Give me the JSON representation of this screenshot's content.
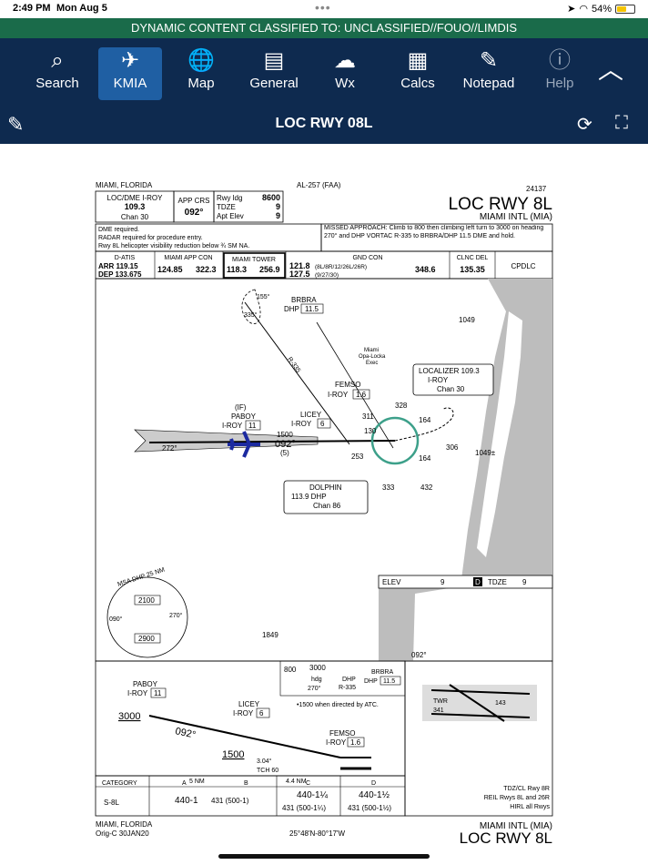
{
  "status": {
    "time": "2:49 PM",
    "date": "Mon Aug 5",
    "battery": "54%",
    "battery_level": 0.54
  },
  "classification": "DYNAMIC CONTENT CLASSIFIED TO: UNCLASSIFIED//FOUO//LIMDIS",
  "toolbar": [
    {
      "label": "Search",
      "icon": "search-icon"
    },
    {
      "label": "KMIA",
      "icon": "airplane-icon",
      "active": true
    },
    {
      "label": "Map",
      "icon": "globe-icon"
    },
    {
      "label": "General",
      "icon": "book-icon"
    },
    {
      "label": "Wx",
      "icon": "storm-cloud-icon"
    },
    {
      "label": "Calcs",
      "icon": "calculator-icon"
    },
    {
      "label": "Notepad",
      "icon": "notepad-icon"
    },
    {
      "label": "Help",
      "icon": "info-icon",
      "dim": true
    }
  ],
  "subbar": {
    "title": "LOC RWY 08L"
  },
  "plate": {
    "header": {
      "city": "MIAMI, FLORIDA",
      "al": "AL-257 (FAA)",
      "num": "24137",
      "title": "LOC RWY 8L",
      "airport": "MIAMI INTL (MIA)"
    },
    "loc": {
      "name": "LOC/DME I-ROY",
      "freq": "109.3",
      "chan": "Chan 30"
    },
    "app_crs": {
      "label": "APP CRS",
      "value": "092°"
    },
    "rwy": {
      "ldg": "Rwy ldg",
      "ldg_v": "8600",
      "tdze": "TDZE",
      "tdze_v": "9",
      "apt": "Apt Elev",
      "apt_v": "9"
    },
    "notes": [
      "DME required.",
      "RADAR required for procedure entry.",
      "Rwy 8L helicopter visibility reduction below ¾ SM NA."
    ],
    "missed": "MISSED APPROACH: Climb to 800 then climbing left turn to 3000 on heading 270° and DHP VORTAC R-335 to BRBRA/DHP 11.5 DME and hold.",
    "comms": {
      "datis": "D-ATIS",
      "arr": "ARR 119.15",
      "dep": "DEP 133.675",
      "app": "MIAMI APP CON",
      "app1": "124.85",
      "app2": "322.3",
      "twr": "MIAMI TOWER",
      "twr1": "118.3",
      "twr2": "256.9",
      "gnd": "GND CON",
      "gnd1": "121.8",
      "gnd1n": "(8L/8R/12/26L/26R)",
      "gnd2": "127.5",
      "gnd2n": "(9/27/30)",
      "gnd3": "348.6",
      "clnc": "CLNC DEL",
      "clnc_v": "135.35",
      "cpdlc": "CPDLC"
    },
    "plan": {
      "brbra": "BRBRA",
      "dhp115": "DHP",
      "dhp115b": "11.5",
      "r335": "R-335",
      "c155": "155°",
      "c335": "335°",
      "a1049": "1049",
      "opa": "Miami",
      "opa2": "Opa-Locka",
      "opa3": "Exec",
      "locz": "LOCALIZER 109.3",
      "locz2": "I-ROY",
      "locz3": "Chan 30",
      "femso": "FEMSO",
      "femso2": "I-ROY",
      "femso3": "1.6",
      "a328": "328",
      "a164a": "164",
      "a311": "311",
      "a130": "130",
      "if": "(IF)",
      "paboy": "PABOY",
      "paboy2": "I-ROY",
      "paboy3": "11",
      "licey": "LICEY",
      "licey2": "I-ROY",
      "licey3": "6",
      "d1500": "1500",
      "d092": "092°",
      "d5": "(5)",
      "d272": "272°",
      "a253": "253",
      "a164b": "164",
      "a306": "306",
      "a1049b": "1049±",
      "dolphin": "DOLPHIN",
      "dolphin2": "113.9 DHP",
      "dolphin3": "Chan 86",
      "a333": "333",
      "a432": "432",
      "msa": "MSA DHP 25 NM",
      "msa1": "2100",
      "msa2": "090°",
      "msa3": "270°",
      "msa4": "2900",
      "a1849": "1849"
    },
    "elev": {
      "elev": "ELEV",
      "elev_v": "9",
      "d": "D",
      "tdze": "TDZE",
      "tdze_v": "9"
    },
    "profile": {
      "paboy": "PABOY",
      "paboy2": "I-ROY",
      "paboy3": "11",
      "alt3000": "3000",
      "c092": "092°",
      "licey": "LICEY",
      "licey2": "I-ROY",
      "licey3": "6",
      "alt1500": "1500",
      "femso": "FEMSO",
      "femso2": "I-ROY",
      "femso3": "1.6",
      "gs": "3.04°",
      "tch": "TCH 60",
      "nm5": "5 NM",
      "nm44": "4.4 NM",
      "m800": "800",
      "m3000": "3000",
      "mhdg": "hdg",
      "m270": "270°",
      "mdhp": "DHP",
      "mr335": "R-335",
      "mbrbra": "BRBRA",
      "mdhp2": "DHP",
      "m115": "11.5",
      "note": "•1500 when directed by ATC."
    },
    "mins": {
      "cat": "CATEGORY",
      "a": "A",
      "b": "B",
      "c": "C",
      "d": "D",
      "s8l": "S-8L",
      "ab": "440-1",
      "ab2": "431 (500-1)",
      "c1": "440-1¼",
      "c2": "431 (500-1¼)",
      "d1": "440-1½",
      "d2": "431 (500-1½)"
    },
    "ad": {
      "c092": "092°",
      "twr": "TWR",
      "n341": "341",
      "n143": "143",
      "lights": "TDZ/CL Rwy 8R",
      "lights2": "REIL Rwys 8L and 26R",
      "lights3": "HIRL all Rwys"
    },
    "footer": {
      "city": "MIAMI, FLORIDA",
      "orig": "Orig-C  30JAN20",
      "coords": "25°48'N-80°17'W",
      "airport": "MIAMI INTL (MIA)",
      "title": "LOC RWY 8L"
    }
  }
}
